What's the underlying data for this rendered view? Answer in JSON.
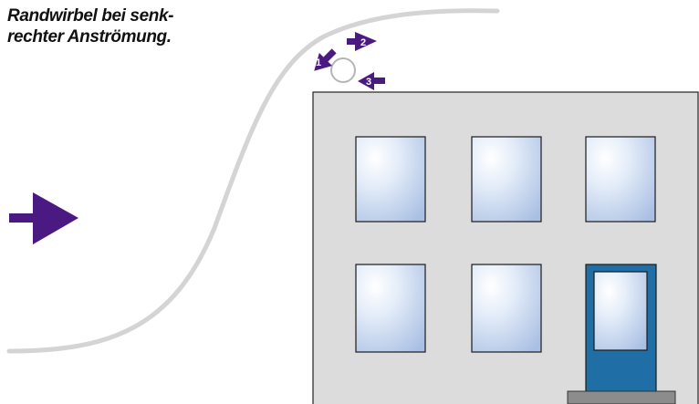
{
  "caption": {
    "line1": "Randwirbel bei senk-",
    "line2": "rechter Anströmung."
  },
  "vortex_markers": [
    {
      "number": "1"
    },
    {
      "number": "2"
    },
    {
      "number": "3"
    }
  ],
  "icons": {
    "wind_arrow": "wind-direction-arrow",
    "vortex": "vortex-circle"
  },
  "colors": {
    "arrow": "#4a1a82",
    "flowline": "#d4d4d4",
    "building": "#dcdcdc",
    "window_glass": "#c8d7ee",
    "door": "#1f6fa6",
    "step": "#8c8c8c"
  }
}
